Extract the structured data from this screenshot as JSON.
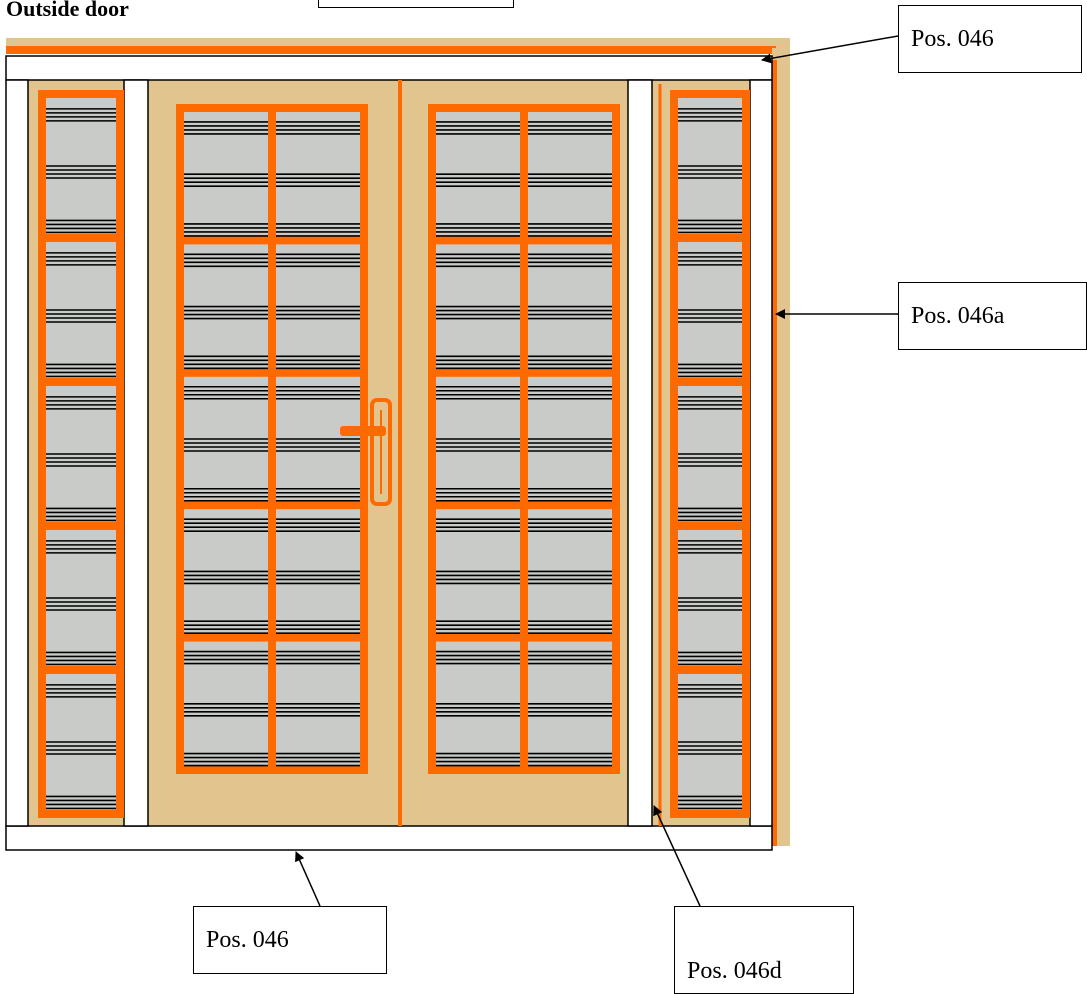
{
  "title": "Outside door",
  "labels": {
    "top_right": "Pos. 046",
    "mid_right": "Pos. 046a",
    "bottom_left": "Pos. 046",
    "bottom_right": "Pos. 046d"
  },
  "colors": {
    "wood": "#e2c48f",
    "orange": "#ff6a00",
    "glass": "#c9cbc9",
    "frame_white": "#ffffff",
    "line": "#000000"
  }
}
